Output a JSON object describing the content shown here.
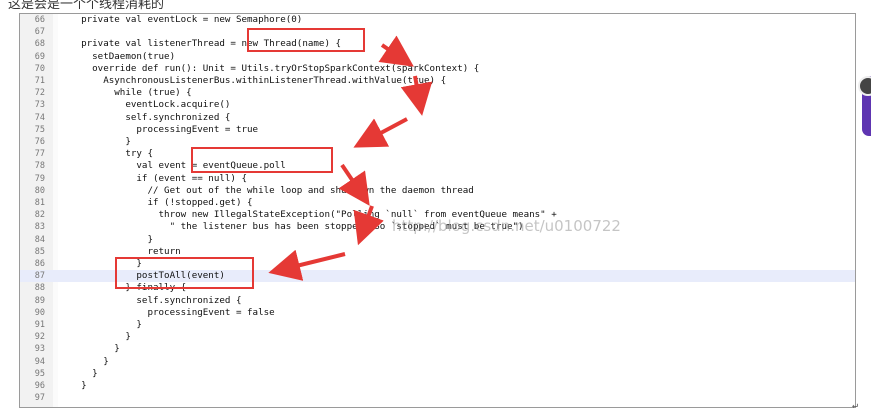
{
  "caption": "这是会是一个个线程消耗的",
  "editor": {
    "lines": [
      {
        "num": "66",
        "code": "  private val eventLock = new Semaphore(0)"
      },
      {
        "num": "67",
        "code": ""
      },
      {
        "num": "68",
        "code": "  private val listenerThread = new Thread(name) {"
      },
      {
        "num": "69",
        "code": "    setDaemon(true)"
      },
      {
        "num": "70",
        "code": "    override def run(): Unit = Utils.tryOrStopSparkContext(sparkContext) {"
      },
      {
        "num": "71",
        "code": "      AsynchronousListenerBus.withinListenerThread.withValue(true) {"
      },
      {
        "num": "72",
        "code": "        while (true) {"
      },
      {
        "num": "73",
        "code": "          eventLock.acquire()"
      },
      {
        "num": "74",
        "code": "          self.synchronized {"
      },
      {
        "num": "75",
        "code": "            processingEvent = true"
      },
      {
        "num": "76",
        "code": "          }"
      },
      {
        "num": "77",
        "code": "          try {"
      },
      {
        "num": "78",
        "code": "            val event = eventQueue.poll"
      },
      {
        "num": "79",
        "code": "            if (event == null) {"
      },
      {
        "num": "80",
        "code": "              // Get out of the while loop and shutdown the daemon thread"
      },
      {
        "num": "81",
        "code": "              if (!stopped.get) {"
      },
      {
        "num": "82",
        "code": "                throw new IllegalStateException(\"Polling `null` from eventQueue means\" +"
      },
      {
        "num": "83",
        "code": "                  \" the listener bus has been stopped. So `stopped` must be true\")"
      },
      {
        "num": "84",
        "code": "              }"
      },
      {
        "num": "85",
        "code": "              return"
      },
      {
        "num": "86",
        "code": "            }"
      },
      {
        "num": "87",
        "code": "            postToAll(event)"
      },
      {
        "num": "88",
        "code": "          } finally {"
      },
      {
        "num": "89",
        "code": "            self.synchronized {"
      },
      {
        "num": "90",
        "code": "              processingEvent = false"
      },
      {
        "num": "91",
        "code": "            }"
      },
      {
        "num": "92",
        "code": "          }"
      },
      {
        "num": "93",
        "code": "        }"
      },
      {
        "num": "94",
        "code": "      }"
      },
      {
        "num": "95",
        "code": "    }"
      },
      {
        "num": "96",
        "code": "  }"
      },
      {
        "num": "97",
        "code": ""
      }
    ]
  },
  "watermark": "http://blog.csdn.net/u0100722",
  "corner_mark": "↵"
}
